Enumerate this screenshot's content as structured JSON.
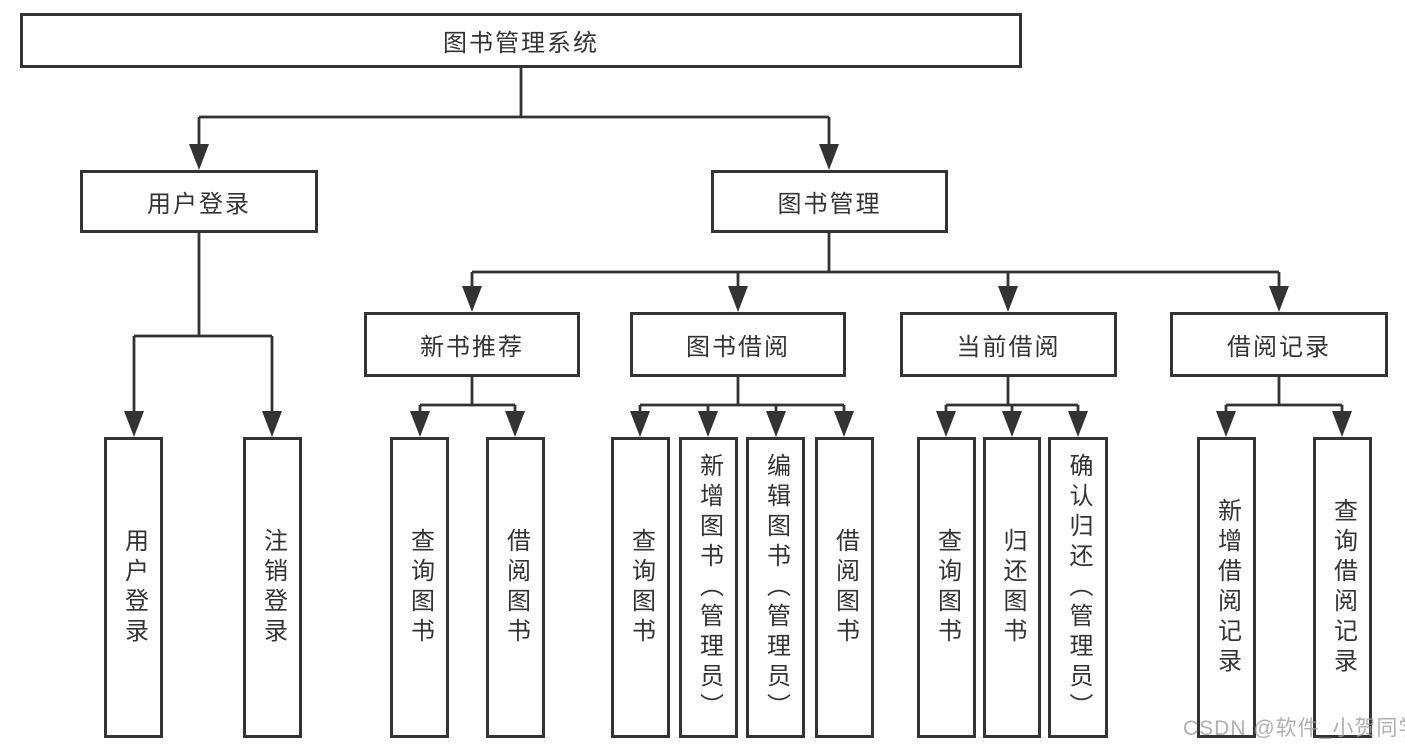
{
  "tree": {
    "label": "图书管理系统",
    "children": [
      {
        "label": "用户登录",
        "children": [
          {
            "label": "用户登录"
          },
          {
            "label": "注销登录"
          }
        ]
      },
      {
        "label": "图书管理",
        "children": [
          {
            "label": "新书推荐",
            "children": [
              {
                "label": "查询图书"
              },
              {
                "label": "借阅图书"
              }
            ]
          },
          {
            "label": "图书借阅",
            "children": [
              {
                "label": "查询图书"
              },
              {
                "label": "新增图书（管理员）"
              },
              {
                "label": "编辑图书（管理员）"
              },
              {
                "label": "借阅图书"
              }
            ]
          },
          {
            "label": "当前借阅",
            "children": [
              {
                "label": "查询图书"
              },
              {
                "label": "归还图书"
              },
              {
                "label": "确认归还（管理员）"
              }
            ]
          },
          {
            "label": "借阅记录",
            "children": [
              {
                "label": "新增借阅记录"
              },
              {
                "label": "查询借阅记录"
              }
            ]
          }
        ]
      }
    ]
  },
  "watermark": {
    "text": "CSDN @软件_小贺同学"
  },
  "colors": {
    "line": "#333333",
    "box_border": "#333333",
    "box_fill": "#ffffff",
    "text": "#333333",
    "watermark": "#9e9e9e",
    "background": "#ffffff"
  }
}
